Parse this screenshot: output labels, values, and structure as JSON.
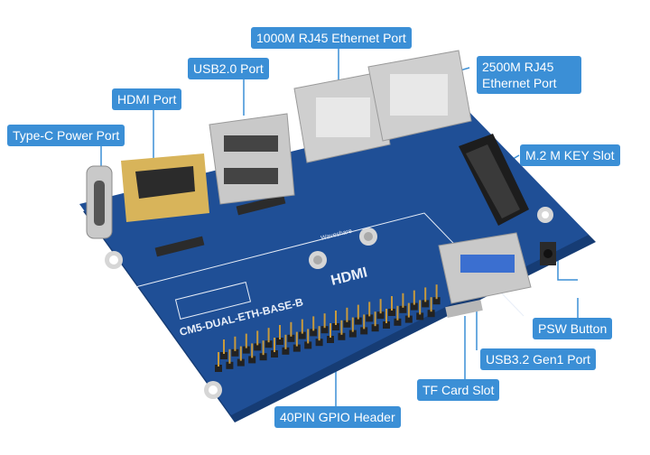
{
  "callouts": {
    "ethernet_1000m": "1000M RJ45 Ethernet Port",
    "usb20": "USB2.0 Port",
    "hdmi": "HDMI Port",
    "typec": "Type-C Power Port",
    "ethernet_2500m_line1": "2500M RJ45",
    "ethernet_2500m_line2": "Ethernet Port",
    "m2": "M.2 M KEY Slot",
    "psw": "PSW Button",
    "usb32": "USB3.2 Gen1 Port",
    "tf": "TF Card Slot",
    "gpio": "40PIN GPIO Header"
  },
  "board": {
    "model_label": "CM5-DUAL-ETH-BASE-B",
    "hdmi_logo": "HDMI",
    "brand": "Waveshare"
  },
  "colors": {
    "callout": "#3b8fd6",
    "pcb": "#1f4f96",
    "pcb_dark": "#163c74",
    "silver": "#c9c9c9",
    "gold": "#d8b45a",
    "pin": "#222222",
    "gpio_pin": "#c89a3c"
  }
}
